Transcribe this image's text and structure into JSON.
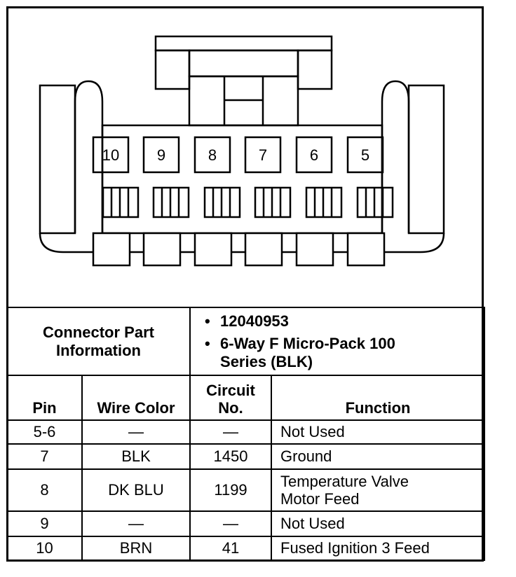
{
  "connector": {
    "pins": [
      "10",
      "9",
      "8",
      "7",
      "6",
      "5"
    ]
  },
  "info": {
    "label": "Connector Part Information",
    "bullets": [
      "12040953",
      "6-Way F Micro-Pack 100 Series (BLK)"
    ],
    "bullet_symbol": "•"
  },
  "table": {
    "headers": {
      "pin": "Pin",
      "wire_color": "Wire Color",
      "circuit": "Circuit No.",
      "function": "Function"
    },
    "rows": [
      {
        "pin": "5-6",
        "wire_color": "—",
        "circuit": "—",
        "function": "Not Used"
      },
      {
        "pin": "7",
        "wire_color": "BLK",
        "circuit": "1450",
        "function": "Ground"
      },
      {
        "pin": "8",
        "wire_color": "DK BLU",
        "circuit": "1199",
        "function": "Temperature Valve Motor Feed"
      },
      {
        "pin": "9",
        "wire_color": "—",
        "circuit": "—",
        "function": "Not Used"
      },
      {
        "pin": "10",
        "wire_color": "BRN",
        "circuit": "41",
        "function": "Fused Ignition 3 Feed"
      }
    ]
  }
}
